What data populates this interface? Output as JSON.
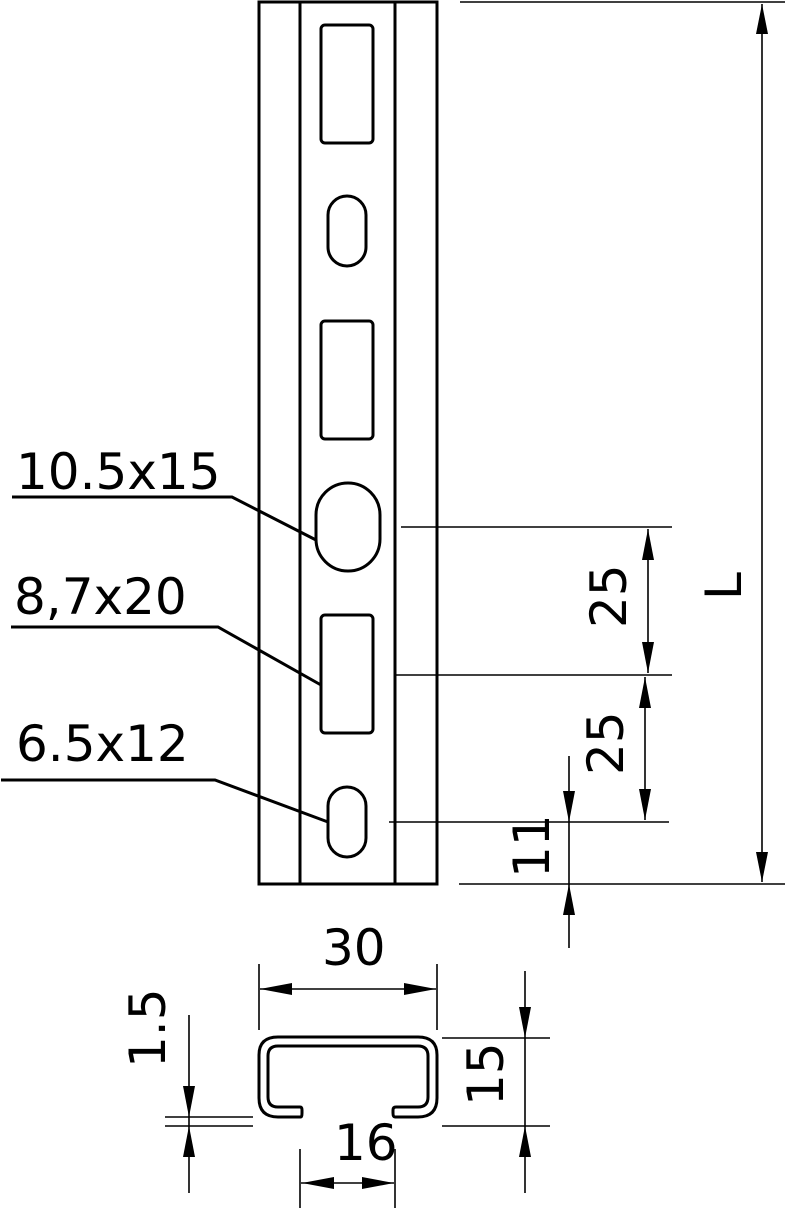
{
  "drawing": {
    "type": "technical drawing - slotted C-profile mounting rail",
    "hole_labels": {
      "oblong_large": "10.5x15",
      "rect_slot": "8,7x20",
      "oblong_small": "6.5x12"
    },
    "dimensions": {
      "length": "L",
      "pitch_upper": "25",
      "pitch_lower": "25",
      "end_offset": "11",
      "width": "30",
      "height": "15",
      "thickness": "1.5",
      "opening": "16"
    },
    "colors": {
      "line": "#000000",
      "background": "#ffffff"
    }
  }
}
